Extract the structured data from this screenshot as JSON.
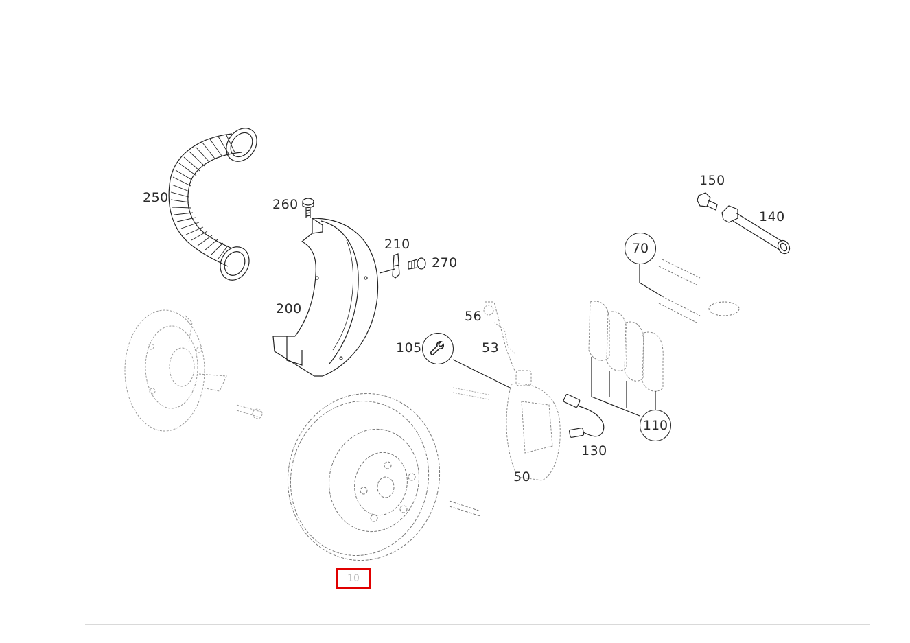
{
  "labels": {
    "p250": "250",
    "p260": "260",
    "p210": "210",
    "p270": "270",
    "p200": "200",
    "p150": "150",
    "p140": "140",
    "p70": "70",
    "p56": "56",
    "p53": "53",
    "p105": "105",
    "p110": "110",
    "p130": "130",
    "p50": "50",
    "p10": "10"
  },
  "colors": {
    "highlight": "#e00000",
    "line": "#222222",
    "faded": "#c4c4c4"
  },
  "icons": {
    "wrench": "wrench-icon"
  }
}
